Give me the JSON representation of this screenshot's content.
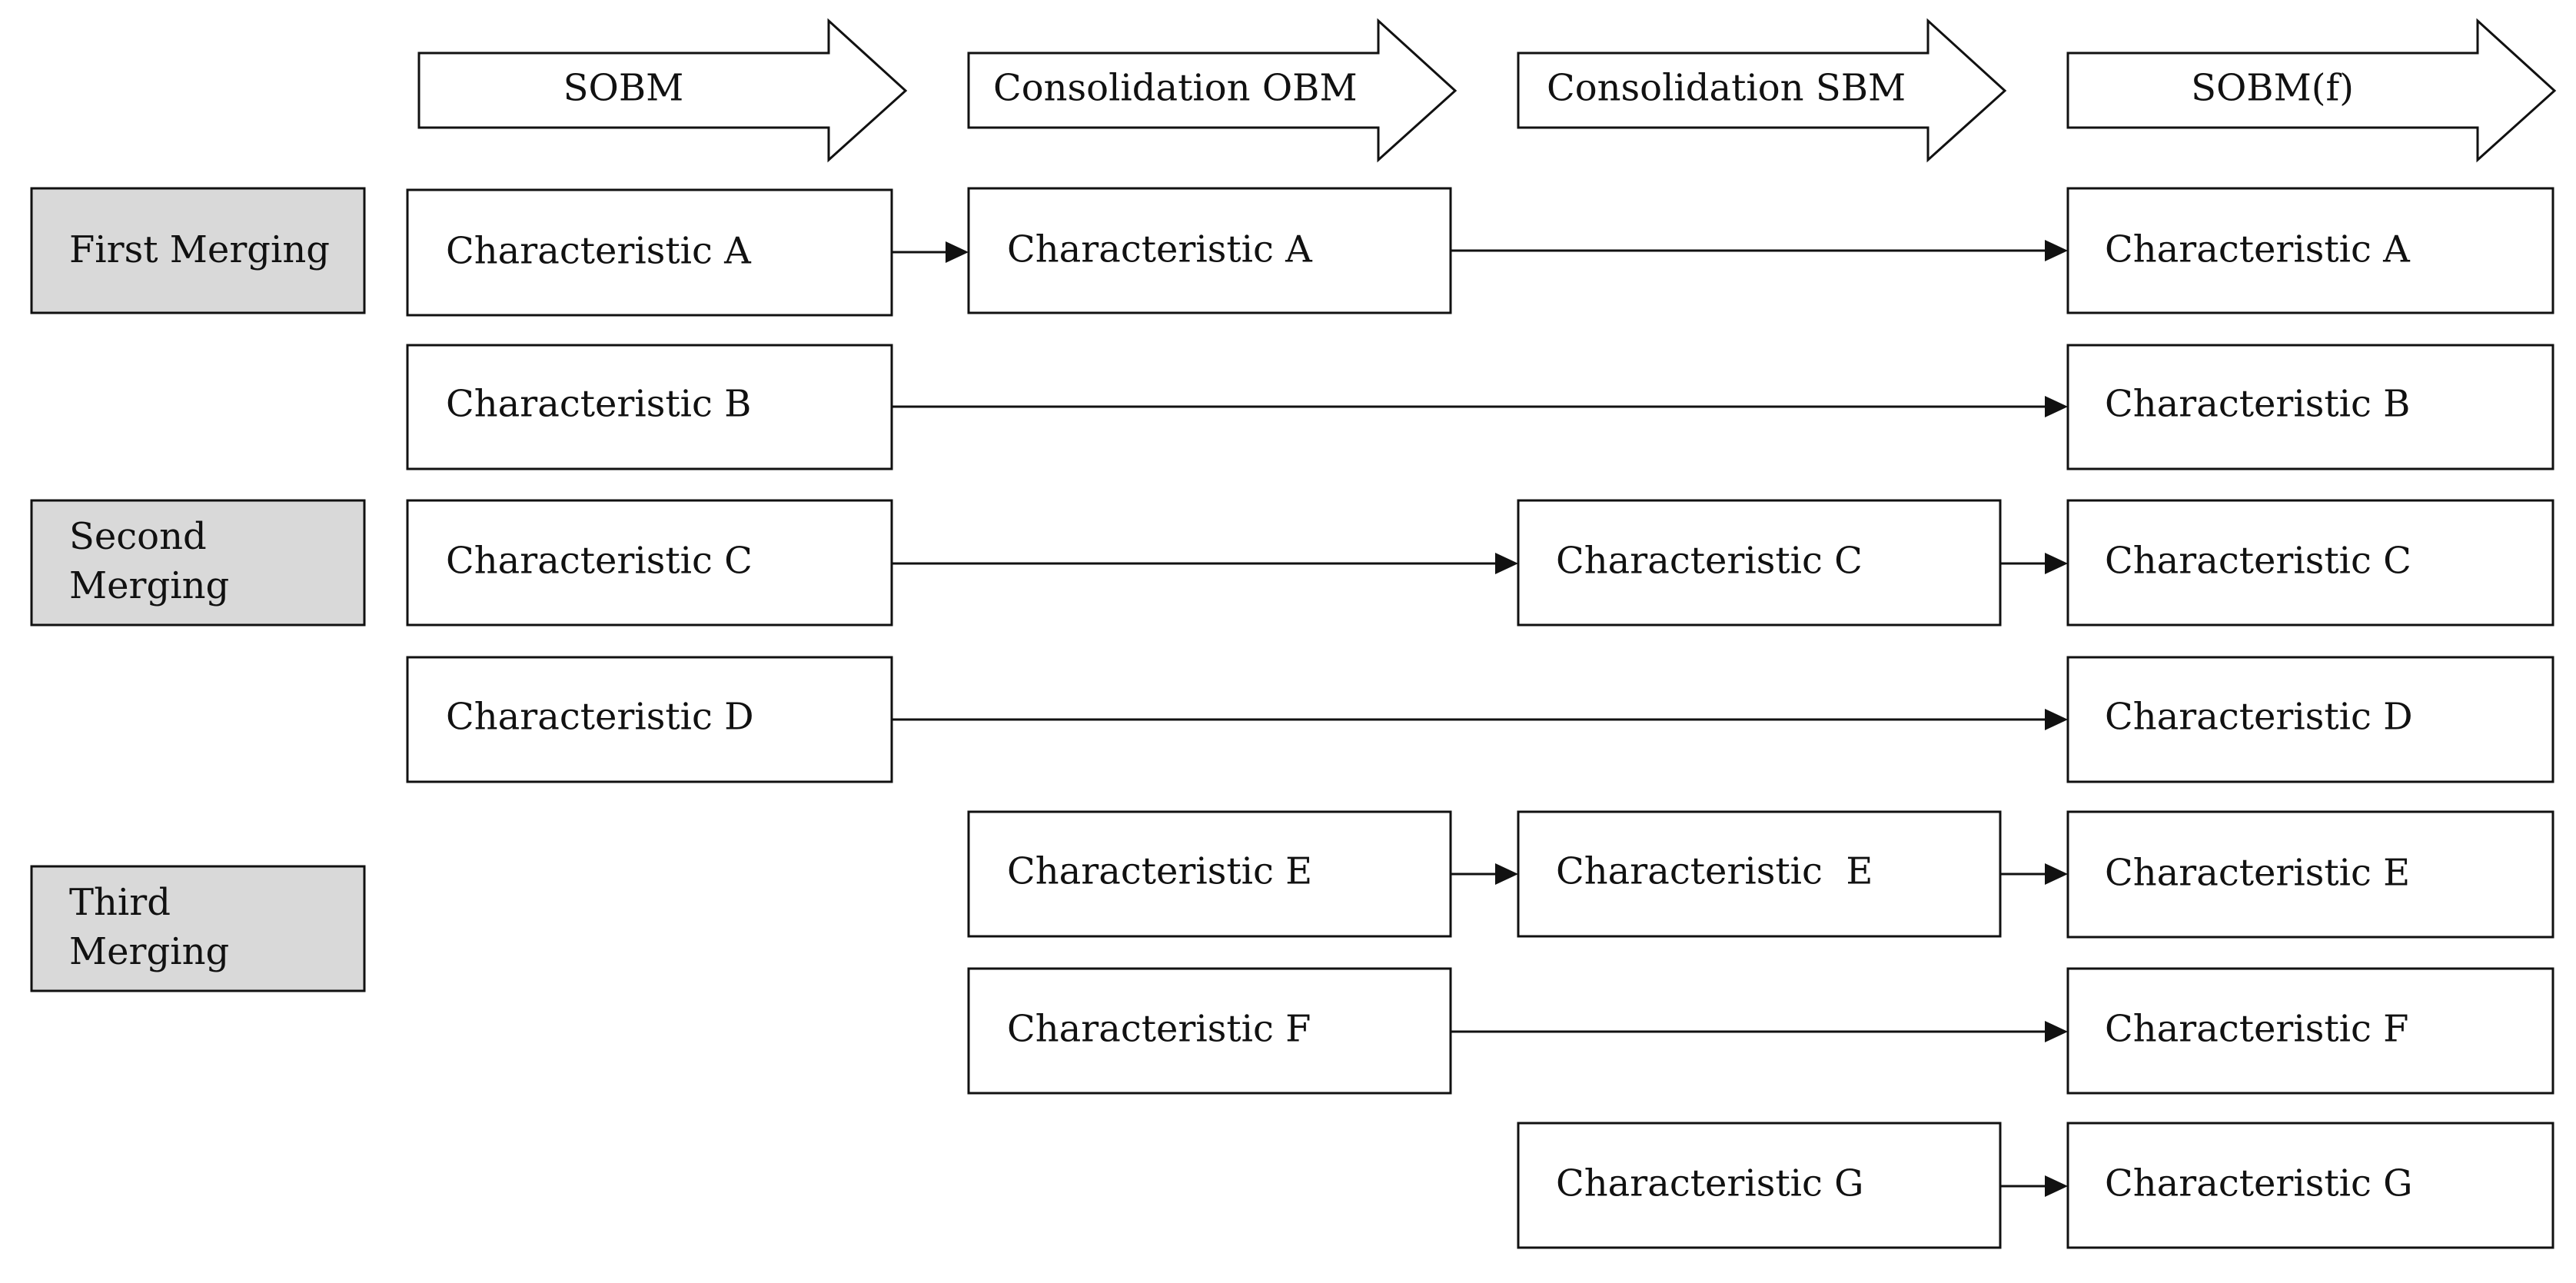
{
  "phases": [
    {
      "label": "SOBM"
    },
    {
      "label": "Consolidation OBM"
    },
    {
      "label": "Consolidation SBM"
    },
    {
      "label": "SOBM(f)"
    }
  ],
  "groups": [
    {
      "lines": [
        "First Merging"
      ]
    },
    {
      "lines": [
        "Second",
        "Merging"
      ]
    },
    {
      "lines": [
        "Third",
        "Merging"
      ]
    }
  ],
  "boxes": [
    {
      "label": "Characteristic A"
    },
    {
      "label": "Characteristic B"
    },
    {
      "label": "Characteristic C"
    },
    {
      "label": "Characteristic D"
    },
    {
      "label": "Characteristic A"
    },
    {
      "label": "Characteristic E"
    },
    {
      "label": "Characteristic F"
    },
    {
      "label": "Characteristic C"
    },
    {
      "label": "Characteristic  E"
    },
    {
      "label": "Characteristic G"
    },
    {
      "label": "Characteristic A"
    },
    {
      "label": "Characteristic B"
    },
    {
      "label": "Characteristic C"
    },
    {
      "label": "Characteristic D"
    },
    {
      "label": "Characteristic E"
    },
    {
      "label": "Characteristic F"
    },
    {
      "label": "Characteristic G"
    }
  ],
  "colors": {
    "group_fill": "#d9d9d9",
    "stroke": "#111111",
    "background": "#ffffff"
  }
}
